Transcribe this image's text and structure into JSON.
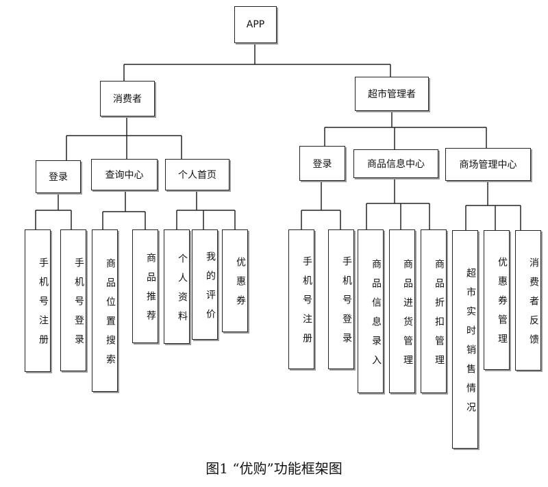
{
  "root": "APP",
  "consumer": {
    "label": "消费者",
    "login": {
      "label": "登录",
      "children": [
        "手机号注册",
        "手机号登录"
      ]
    },
    "query": {
      "label": "查询中心",
      "children": [
        "商品位置搜索",
        "商品推荐"
      ]
    },
    "home": {
      "label": "个人首页",
      "children": [
        "个人资料",
        "我的评价",
        "优惠券"
      ]
    }
  },
  "admin": {
    "label": "超市管理者",
    "login": {
      "label": "登录",
      "children": [
        "手机号注册",
        "手机号登录"
      ]
    },
    "goods": {
      "label": "商品信息中心",
      "children": [
        "商品信息录入",
        "商品进货管理",
        "商品折扣管理"
      ]
    },
    "mall": {
      "label": "商场管理中心",
      "children": [
        "超市实时销售情况",
        "优惠券管理",
        "消费者反馈"
      ]
    }
  },
  "caption": "图1 “优购”功能框架图"
}
